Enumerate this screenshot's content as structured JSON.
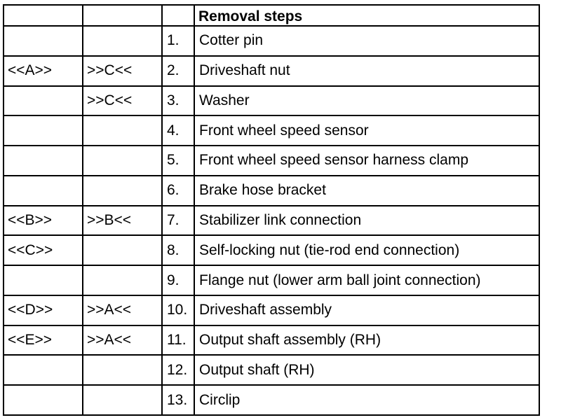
{
  "table": {
    "header": {
      "col1": "",
      "col2": "",
      "col3": "",
      "title": "Removal steps"
    },
    "rows": [
      {
        "ref1": "",
        "ref2": "",
        "num": "1.",
        "step": "Cotter pin"
      },
      {
        "ref1": "<<A>>",
        "ref2": ">>C<<",
        "num": "2.",
        "step": "Driveshaft nut"
      },
      {
        "ref1": "",
        "ref2": ">>C<<",
        "num": "3.",
        "step": "Washer"
      },
      {
        "ref1": "",
        "ref2": "",
        "num": "4.",
        "step": "Front wheel speed sensor"
      },
      {
        "ref1": "",
        "ref2": "",
        "num": "5.",
        "step": "Front wheel speed sensor harness clamp"
      },
      {
        "ref1": "",
        "ref2": "",
        "num": "6.",
        "step": "Brake hose bracket"
      },
      {
        "ref1": "<<B>>",
        "ref2": ">>B<<",
        "num": "7.",
        "step": "Stabilizer link connection"
      },
      {
        "ref1": "<<C>>",
        "ref2": "",
        "num": "8.",
        "step": "Self-locking nut (tie-rod end connection)"
      },
      {
        "ref1": "",
        "ref2": "",
        "num": "9.",
        "step": "Flange nut (lower arm ball joint connection)"
      },
      {
        "ref1": "<<D>>",
        "ref2": ">>A<<",
        "num": "10.",
        "step": "Driveshaft assembly"
      },
      {
        "ref1": "<<E>>",
        "ref2": ">>A<<",
        "num": "11.",
        "step": "Output shaft assembly (RH)"
      },
      {
        "ref1": "",
        "ref2": "",
        "num": "12.",
        "step": "Output shaft (RH)"
      },
      {
        "ref1": "",
        "ref2": "",
        "num": "13.",
        "step": "Circlip"
      }
    ]
  }
}
